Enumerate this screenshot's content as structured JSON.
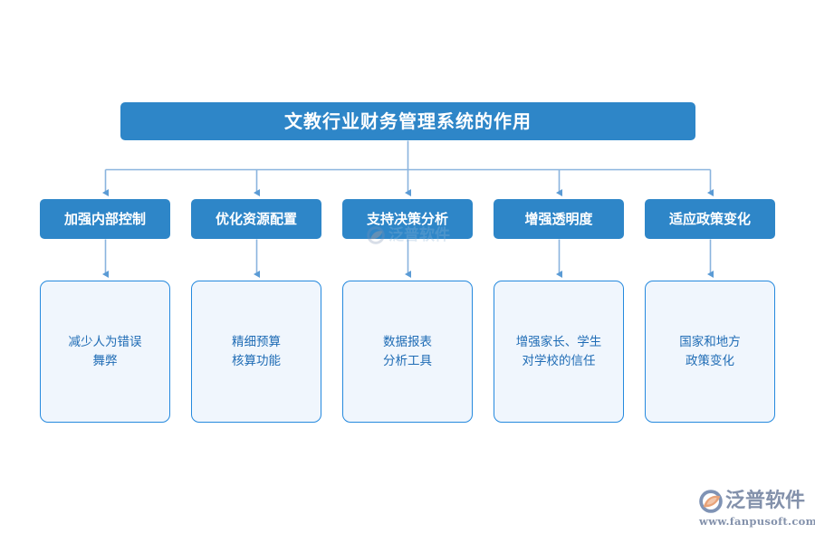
{
  "diagram": {
    "type": "org-chart",
    "title": "文教行业财务管理系统的作用",
    "colors": {
      "node_blue": "#2e86c8",
      "node_light_fill": "#f0f6fd",
      "node_light_border": "#2589de",
      "connector": "#8ab4de",
      "light_text": "#1f6cb5",
      "logo_gray": "#8391ab",
      "logo_orange": "#e8a278"
    },
    "branches": [
      {
        "label": "加强内部控制",
        "detail": "减少人为错误\n舞弊"
      },
      {
        "label": "优化资源配置",
        "detail": "精细预算\n核算功能"
      },
      {
        "label": "支持决策分析",
        "detail": "数据报表\n分析工具"
      },
      {
        "label": "增强透明度",
        "detail": "增强家长、学生\n对学校的信任"
      },
      {
        "label": "适应政策变化",
        "detail": "国家和地方\n政策变化"
      }
    ]
  },
  "watermark": {
    "text": "泛普软件"
  },
  "logo": {
    "name": "泛普软件",
    "url": "www.fanpusoft.com"
  }
}
